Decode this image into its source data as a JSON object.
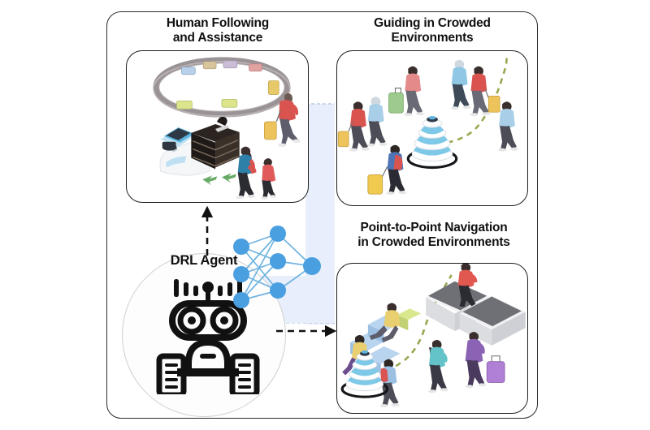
{
  "figure": {
    "type": "conceptual-diagram",
    "background_color": "#ffffff",
    "frame_border_color": "#2b2b2b",
    "connector_band_color": "#e8eefb",
    "accent_blue": "#4a9fe0",
    "path_green": "#8ea34a",
    "arrow_color": "#111111"
  },
  "agent": {
    "label": "DRL Agent",
    "robot_icon": "mobile-robot-icon",
    "network_icon": "neural-network-icon",
    "network": {
      "layers": [
        3,
        3,
        1
      ],
      "node_color": "#4a9fe0",
      "edge_color": "#6fb4e0"
    }
  },
  "panels": [
    {
      "id": "following",
      "title_line1": "Human Following",
      "title_line2": "and Assistance",
      "scene_name": "baggage-claim-scene",
      "elements": [
        "baggage-carousel",
        "luggage-items",
        "service-robot-with-monitor",
        "walking-man-with-suitcase",
        "woman-with-child"
      ],
      "path_style": "green-arrows"
    },
    {
      "id": "guiding",
      "title_line1": "Guiding in Crowded",
      "title_line2": "Environments",
      "scene_name": "crowded-terminal-scene",
      "elements": [
        "tiered-guide-robot",
        "pedestrian-crowd",
        "rolling-suitcases",
        "dashed-guidance-path"
      ],
      "path_style": "green-dashed"
    },
    {
      "id": "p2p",
      "title_line1": "Point-to-Point Navigation",
      "title_line2": "in Crowded Environments",
      "scene_name": "terminal-seating-scene",
      "elements": [
        "tiered-navigation-robot",
        "waiting-area-seats",
        "check-in-counters",
        "standing-travelers",
        "dashed-navigation-path"
      ],
      "path_style": "green-dashed"
    }
  ],
  "connectors": [
    {
      "name": "agent-to-following",
      "direction": "up",
      "style": "dashed-arrow"
    },
    {
      "name": "agent-to-p2p",
      "direction": "right",
      "style": "dashed-arrow"
    },
    {
      "name": "agent-to-guiding",
      "direction": "up-right",
      "style": "band"
    }
  ]
}
